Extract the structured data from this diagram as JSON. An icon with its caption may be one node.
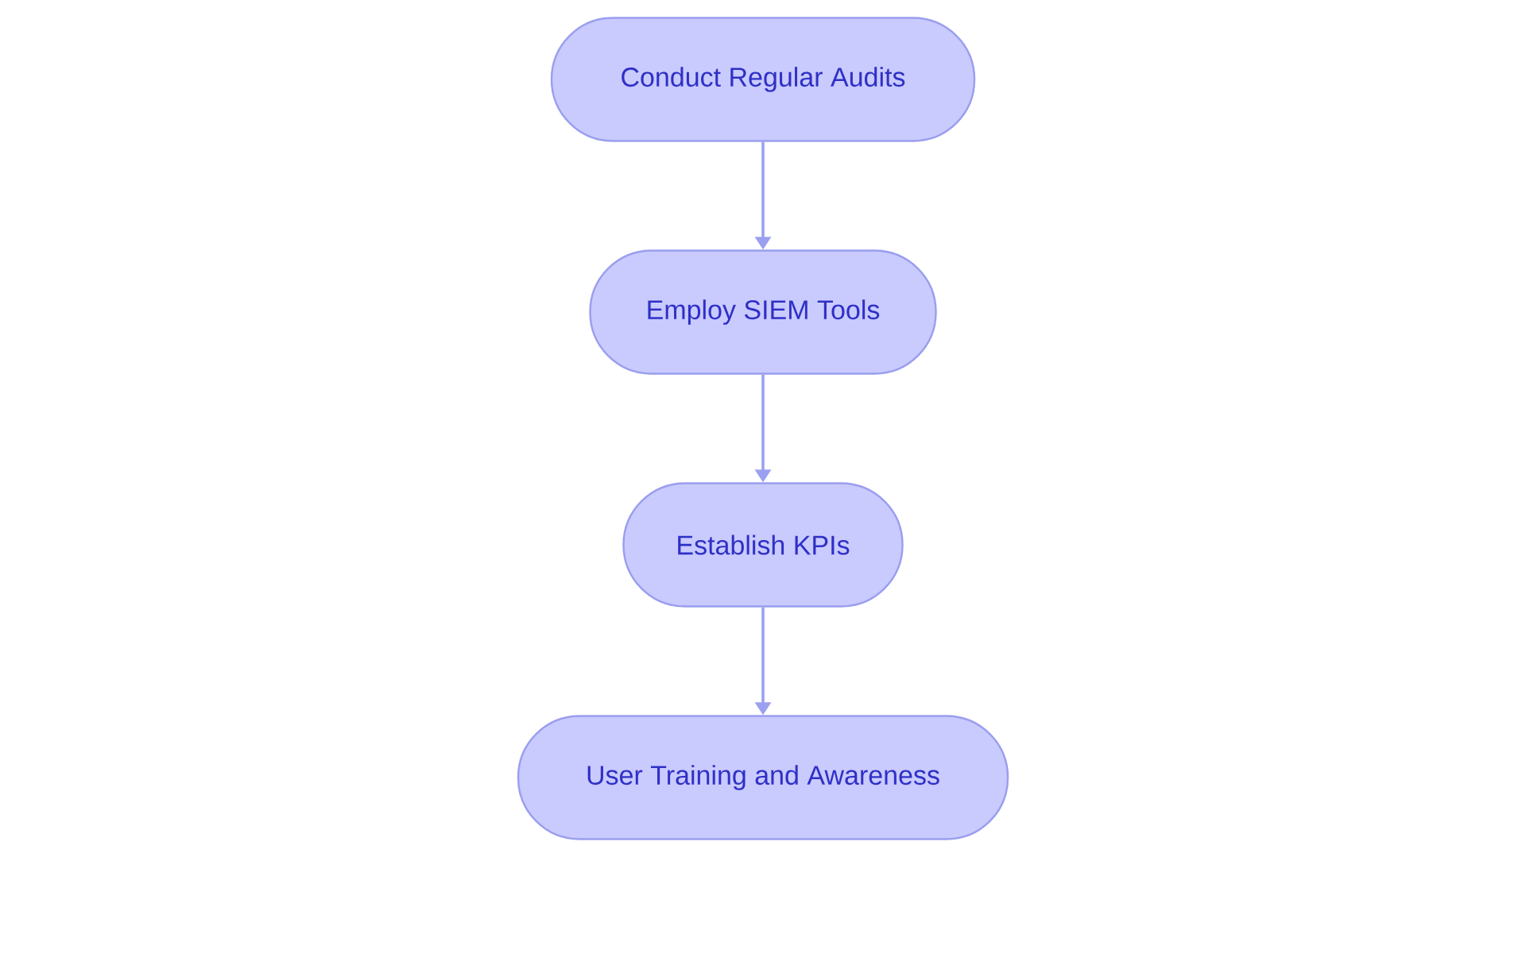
{
  "diagram": {
    "nodes": [
      {
        "text": [
          "Conduct Regular Audits"
        ]
      },
      {
        "text": [
          "Employ SIEM Tools"
        ]
      },
      {
        "text": [
          "Establish KPIs"
        ]
      },
      {
        "text": [
          "User Training and Awareness"
        ]
      }
    ],
    "edges": [
      {
        "from": 0,
        "to": 1,
        "arrow": "to"
      },
      {
        "from": 1,
        "to": 2,
        "arrow": "to"
      },
      {
        "from": 2,
        "to": 3,
        "arrow": "to"
      }
    ]
  }
}
